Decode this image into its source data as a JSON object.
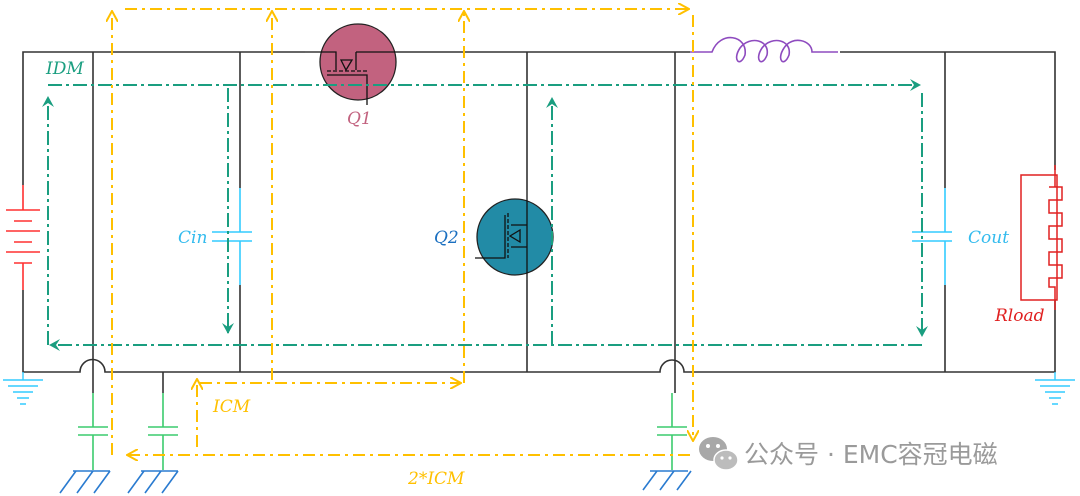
{
  "diagram": {
    "labels": {
      "idm": "IDM",
      "q1": "Q1",
      "q2": "Q2",
      "cin": "Cin",
      "cout": "Cout",
      "rload": "Rload",
      "icm": "ICM",
      "icm2": "2*ICM"
    },
    "watermark": "公众号 · EMC容冠电磁",
    "colors": {
      "wire": "#333333",
      "dm_path": "#1a9e80",
      "cm_path": "#ffc000",
      "q1_fill": "#c2627f",
      "q2_fill": "#228ba6",
      "capacitor": "#33ccff",
      "y_cap": "#3ccb6e",
      "inductor": "#8e4bbf",
      "resistor": "#e02020",
      "battery": "#ff3030",
      "chassis": "#2a7bd0"
    }
  }
}
